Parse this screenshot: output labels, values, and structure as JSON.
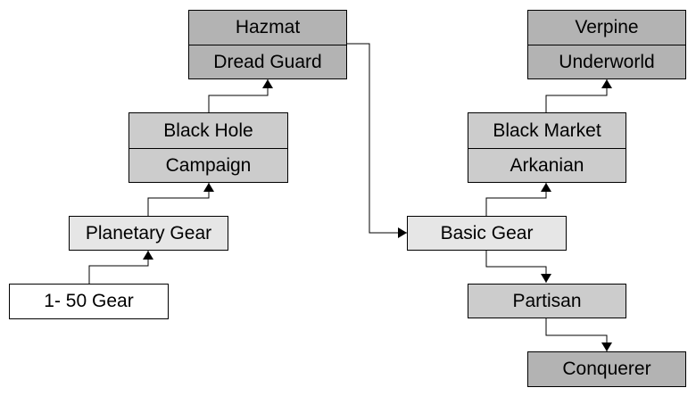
{
  "colors": {
    "dark_gray": "#b3b3b3",
    "mid_gray": "#cccccc",
    "light_gray": "#e6e6e6",
    "white": "#ffffff",
    "line": "#000000"
  },
  "nodes": {
    "hazmat": {
      "line1": "Hazmat",
      "line2": "Dread Guard"
    },
    "black_hole": {
      "line1": "Black Hole",
      "line2": "Campaign"
    },
    "planetary_gear": {
      "label": "Planetary Gear"
    },
    "gear_1_50": {
      "label": "1- 50 Gear"
    },
    "verpine": {
      "line1": "Verpine",
      "line2": "Underworld"
    },
    "black_market": {
      "line1": "Black Market",
      "line2": "Arkanian"
    },
    "basic_gear": {
      "label": "Basic Gear"
    },
    "partisan": {
      "label": "Partisan"
    },
    "conquerer": {
      "label": "Conquerer"
    }
  }
}
